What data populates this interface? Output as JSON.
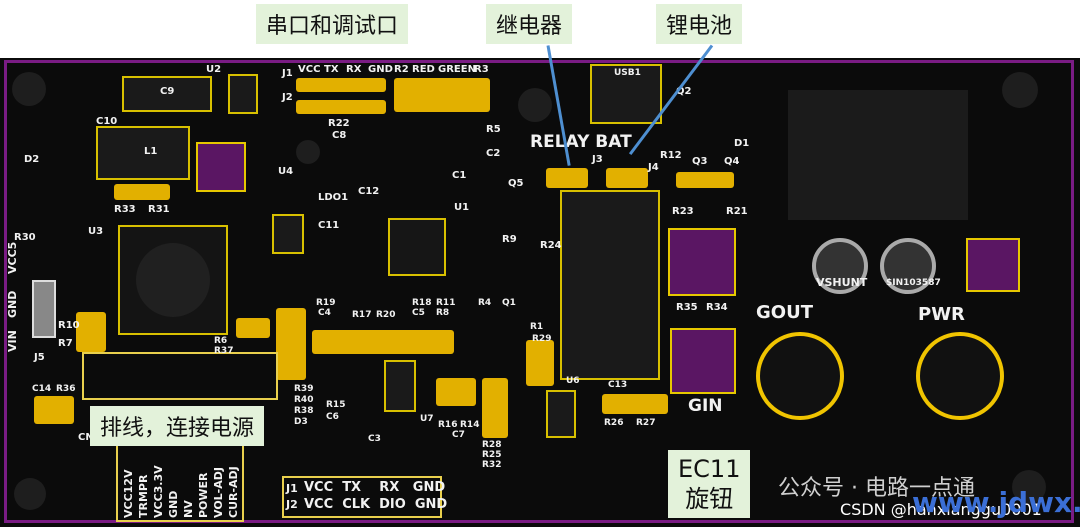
{
  "callouts": {
    "serial": "串口和调试口",
    "relay": "继电器",
    "battery": "锂电池",
    "power": "排线，连接电源",
    "ec11_line1": "EC11",
    "ec11_line2": "旋钮"
  },
  "silkscreen": {
    "u2": "U2",
    "c9": "C9",
    "c10": "C10",
    "j1": "J1",
    "j2": "J2",
    "vcc": "VCC",
    "tx": "TX",
    "rx": "RX",
    "gnd": "GND",
    "r2": "R2",
    "red": "RED",
    "green": "GREEN",
    "r3": "R3",
    "usb1": "USB1",
    "q2": "Q2",
    "d1": "D1",
    "l1": "L1",
    "d2": "D2",
    "r22": "R22",
    "c8": "C8",
    "r5": "R5",
    "c2": "C2",
    "relay_bat": "RELAY  BAT",
    "j3": "J3",
    "j4": "J4",
    "r12": "R12",
    "q3": "Q3",
    "q4": "Q4",
    "u4": "U4",
    "ldo1": "LDO1",
    "c12": "C12",
    "c1": "C1",
    "q5": "Q5",
    "r33": "R33",
    "r31": "R31",
    "u1": "U1",
    "r23": "R23",
    "r21": "R21",
    "c11": "C11",
    "u3": "U3",
    "r30": "R30",
    "r9": "R9",
    "r24": "R24",
    "vcc5": "VCC5",
    "gnd_v": "GND",
    "vin": "VIN",
    "vshunt": "VSHUNT",
    "sin": "$IN103587",
    "r35": "R35",
    "r34": "R34",
    "gout": "GOUT",
    "pwr": "PWR",
    "r10": "R10",
    "r7": "R7",
    "j5": "J5",
    "r19": "R19",
    "c4": "C4",
    "r17": "R17",
    "r20": "R20",
    "r18": "R18",
    "c5": "C5",
    "r11": "R11",
    "r8": "R8",
    "r4": "R4",
    "q1": "Q1",
    "r1": "R1",
    "r29": "R29",
    "r6": "R6",
    "r37": "R37",
    "c14": "C14",
    "r36": "R36",
    "r39": "R39",
    "r40": "R40",
    "r38": "R38",
    "d3": "D3",
    "r15": "R15",
    "c6": "C6",
    "c3": "C3",
    "u7": "U7",
    "r16": "R16",
    "r14": "R14",
    "c7": "C7",
    "u6": "U6",
    "c13": "C13",
    "r26": "R26",
    "r27": "R27",
    "gin": "GIN",
    "r28": "R28",
    "r25": "R25",
    "r32": "R32",
    "cn": "CN",
    "pin_labels": [
      "VCC12V",
      "TRMPR",
      "VCC3.3V",
      "GND",
      "NV",
      "POWER",
      "VOL-ADJ",
      "CUR-ADJ"
    ],
    "j1b": "J1",
    "j2b": "J2",
    "row1": "VCC  TX    RX   GND",
    "row2": "VCC  CLK  DIO  GND"
  },
  "watermark": {
    "wechat": "公众号 · 电路一点通",
    "csdn": "CSDN @hanxianggu0001",
    "site": "www.jdwx.cn"
  },
  "colors": {
    "board": "#0b0b0b",
    "silk": "#f2f2f2",
    "pad": "#e2b000",
    "edge": "#7a1c84",
    "callout_bg": "#e3f2da",
    "arrow": "#4e8fd1"
  }
}
